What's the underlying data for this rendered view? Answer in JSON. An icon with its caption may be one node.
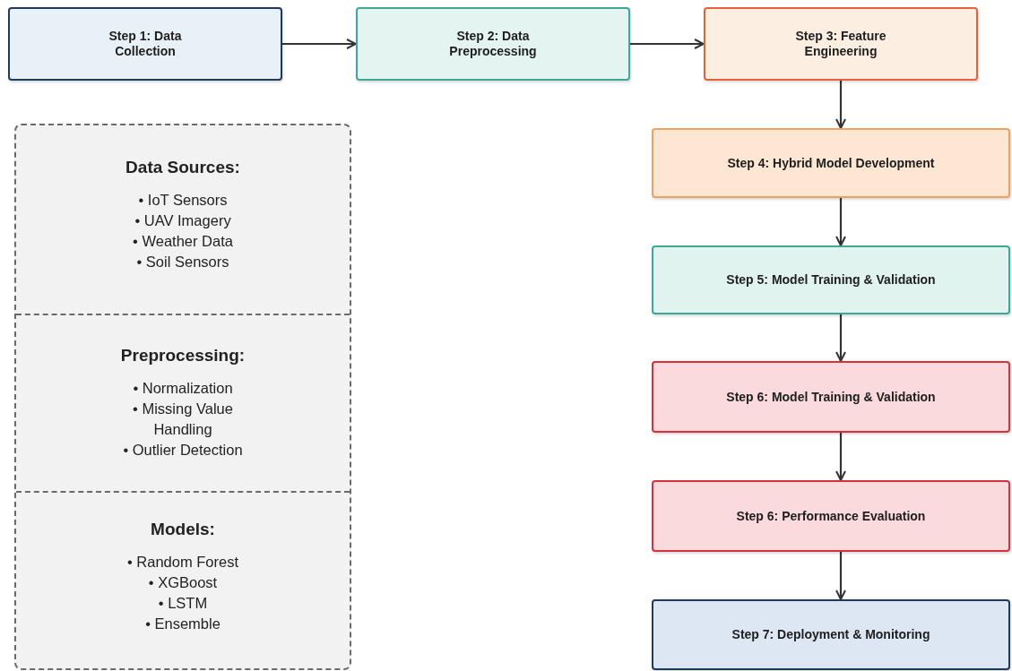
{
  "diagram": {
    "nodes": [
      {
        "text": [
          "Step 1: Data Collection"
        ]
      },
      {
        "text": [
          "Step 2: Data Preprocessing"
        ]
      },
      {
        "text": [
          "Step 3: Feature Engineering"
        ]
      },
      {
        "text": [],
        "shape": "box"
      },
      {
        "text": [
          "Data Sources:",
          "• IoT Sensors",
          "• UAV Imagery",
          "• Weather Data",
          "• Soil Sensors"
        ],
        "in": 3
      },
      {
        "text": [
          "Preprocessing:",
          "• Normalization",
          "• Missing Value Handling",
          "• Outlier Detection"
        ],
        "in": 3
      },
      {
        "text": [
          "Models:",
          "• Random Forest",
          "• XGBoost",
          "• LSTM",
          "• Ensemble"
        ],
        "in": 3
      },
      {
        "text": [
          "Step 4: Hybrid Model Development"
        ]
      },
      {
        "text": [
          "Step 5: Model Training & Validation"
        ]
      },
      {
        "text": [
          "Step 6: Model Training & Validation"
        ]
      },
      {
        "text": [
          "Step 6: Performance Evaluation"
        ]
      },
      {
        "text": [
          "Step 7: Deployment & Monitoring"
        ]
      }
    ],
    "edges": [
      {
        "from": 0,
        "to": 1,
        "arrow": "to"
      },
      {
        "from": 1,
        "to": 2,
        "arrow": "to"
      },
      {
        "from": 2,
        "to": 7,
        "arrow": "to"
      },
      {
        "from": 7,
        "to": 8,
        "arrow": "to"
      },
      {
        "from": 8,
        "to": 9,
        "arrow": "to"
      },
      {
        "from": 9,
        "to": 10,
        "arrow": "to"
      },
      {
        "from": 10,
        "to": 11,
        "arrow": "to"
      }
    ]
  }
}
